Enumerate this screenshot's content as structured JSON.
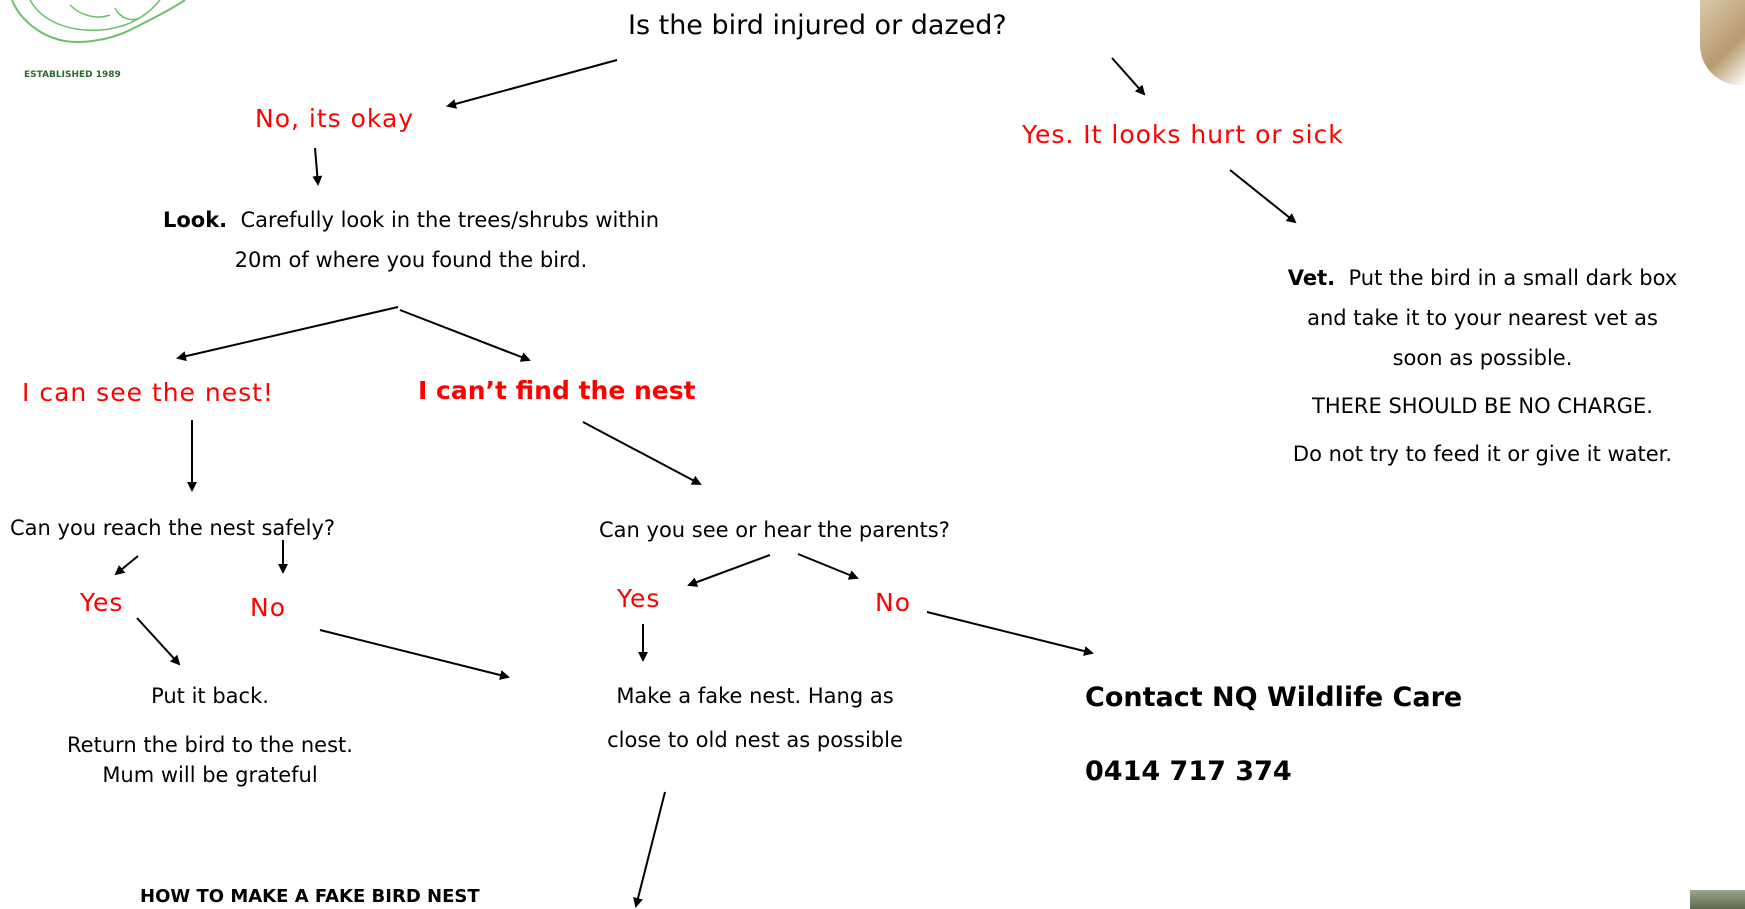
{
  "logo": {
    "text": "ESTABLISHED 1989"
  },
  "flowchart": {
    "root_question": "Is the bird injured or dazed?",
    "no_branch": {
      "answer": "No, its okay",
      "look_label": "Look.",
      "look_text_1": "Carefully look in the trees/shrubs within",
      "look_text_2": "20m of where you found the bird.",
      "see_nest": "I can see the nest!",
      "cant_find_nest": "I can’t find the nest",
      "reach_question": "Can you reach the nest safely?",
      "reach_yes": "Yes",
      "reach_no": "No",
      "put_back_1": "Put it back.",
      "put_back_2": "Return the bird to the nest.",
      "put_back_3": "Mum will be grateful",
      "parents_question": "Can you see or hear the parents?",
      "parents_yes": "Yes",
      "parents_no": "No",
      "fake_nest_1": "Make a fake nest.  Hang as",
      "fake_nest_2": "close to old nest as possible",
      "contact_name": "Contact NQ Wildlife Care",
      "contact_phone": "0414 717 374"
    },
    "yes_branch": {
      "answer": "Yes.  It looks hurt or sick",
      "vet_label": "Vet.",
      "vet_text_1": "Put the bird in a small dark box",
      "vet_text_2": "and take it to your nearest vet as",
      "vet_text_3": "soon as possible.",
      "vet_text_4": "THERE SHOULD BE NO CHARGE.",
      "vet_text_5": "Do not try to feed it or give it water."
    },
    "footer_title": "HOW TO MAKE A FAKE BIRD NEST"
  },
  "colors": {
    "answer": "#ff0000",
    "text": "#000000",
    "logo": "#2e6b2e"
  }
}
